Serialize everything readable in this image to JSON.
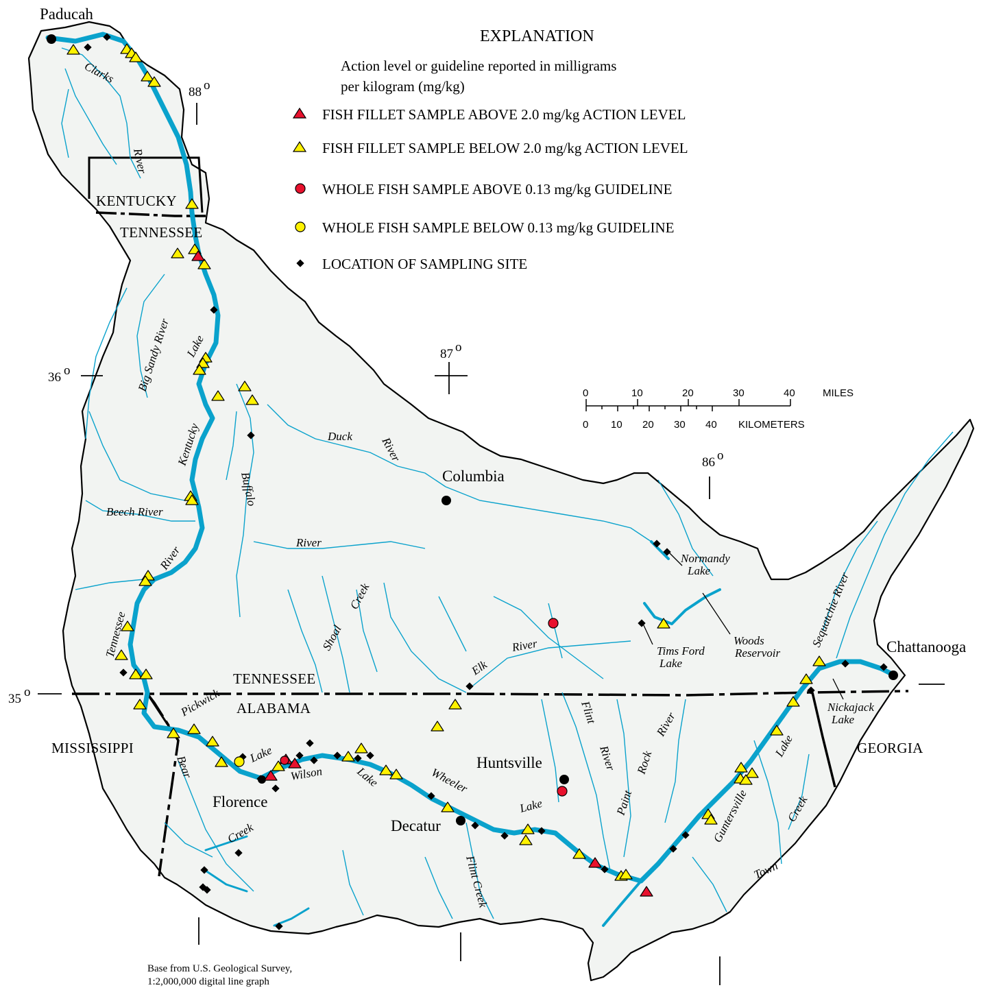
{
  "explanation": {
    "title": "EXPLANATION",
    "subtitle_line1": "Action level or guideline reported in milligrams",
    "subtitle_line2": "per kilogram (mg/kg)",
    "items": [
      {
        "symbol": "triangle",
        "color": "#e8112d",
        "label": "FISH FILLET SAMPLE ABOVE 2.0 mg/kg ACTION LEVEL"
      },
      {
        "symbol": "triangle",
        "color": "#fff200",
        "label": "FISH FILLET SAMPLE BELOW 2.0 mg/kg ACTION LEVEL"
      },
      {
        "symbol": "circle",
        "color": "#e8112d",
        "label": "WHOLE FISH SAMPLE ABOVE 0.13 mg/kg GUIDELINE"
      },
      {
        "symbol": "circle",
        "color": "#fff200",
        "label": "WHOLE FISH SAMPLE BELOW 0.13 mg/kg GUIDELINE"
      },
      {
        "symbol": "diamond",
        "color": "#000000",
        "label": "LOCATION OF SAMPLING SITE"
      }
    ]
  },
  "scale": {
    "miles_label": "MILES",
    "km_label": "KILOMETERS",
    "miles_ticks": [
      "0",
      "10",
      "20",
      "30",
      "40"
    ],
    "km_ticks": [
      "0",
      "10",
      "20",
      "30",
      "40"
    ]
  },
  "cities": {
    "paducah": "Paducah",
    "columbia": "Columbia",
    "huntsville": "Huntsville",
    "florence": "Florence",
    "decatur": "Decatur",
    "chattanooga": "Chattanooga"
  },
  "states": {
    "kentucky": "KENTUCKY",
    "tennessee_n": "TENNESSEE",
    "tennessee_s": "TENNESSEE",
    "alabama": "ALABAMA",
    "mississippi": "MISSISSIPPI",
    "georgia": "GEORGIA"
  },
  "coords": {
    "lon88": "88",
    "lon87": "87",
    "lon86": "86",
    "lat36": "36",
    "lat35": "35",
    "degree": "o"
  },
  "water_labels": {
    "clarks": "Clarks",
    "clarks_river": "River",
    "big_sandy": "Big Sandy River",
    "lake_ky": "Lake",
    "kentucky": "Kentucky",
    "beech_river": "Beech River",
    "river_tn": "River",
    "tennessee": "Tennessee",
    "buffalo": "Buffalo",
    "buffalo_river": "River",
    "duck": "Duck",
    "duck_river": "River",
    "shoal": "Shoal",
    "shoal_creek": "Creek",
    "elk": "Elk",
    "elk_river": "River",
    "normandy": "Normandy",
    "normandy_lake": "Lake",
    "tims_ford": "Tims Ford",
    "tims_lake": "Lake",
    "woods": "Woods",
    "woods_res": "Reservoir",
    "sequatchie": "Sequatchie River",
    "nickajack": "Nickajack",
    "nickajack_lake": "Lake",
    "pickwick": "Pickwick",
    "pickwick_lake": "Lake",
    "wilson": "Wilson",
    "wilson_lake": "Lake",
    "wheeler": "Wheeler",
    "wheeler_lake": "Lake",
    "bear": "Bear",
    "bear_creek": "Creek",
    "flint": "Flint",
    "flint_river": "River",
    "paint": "Paint",
    "rock": "Rock",
    "paint_river": "River",
    "flint_creek": "Flint Creek",
    "guntersville": "Guntersville",
    "gunt_lake": "Lake",
    "town": "Town",
    "town_creek": "Creek"
  },
  "credit": {
    "line1": "Base from U.S. Geological Survey,",
    "line2": "1:2,000,000 digital line graph"
  },
  "colors": {
    "water": "#0aa2cc",
    "basin_fill": "#f2f4f2",
    "above": "#e8112d",
    "below": "#fff200",
    "site": "#000000"
  }
}
